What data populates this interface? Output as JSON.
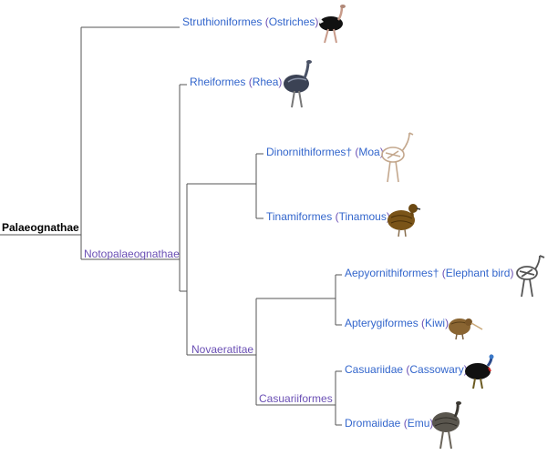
{
  "root": {
    "label": "Palaeognathae"
  },
  "clades": {
    "notopalaeognathae": "Notopalaeognathae",
    "novaeratitae": "Novaeratitae",
    "casuariiformes": "Casuariiformes"
  },
  "taxa": [
    {
      "id": "struthioniformes",
      "name": "Struthioniformes",
      "common": "Ostriches",
      "icon": "ostrich-icon"
    },
    {
      "id": "rheiformes",
      "name": "Rheiformes",
      "common": "Rhea",
      "icon": "rhea-icon"
    },
    {
      "id": "dinornithiformes",
      "name": "Dinornithiformes†",
      "common": "Moa",
      "icon": "moa-skeleton-icon"
    },
    {
      "id": "tinamiformes",
      "name": "Tinamiformes",
      "common": "Tinamous",
      "icon": "tinamou-icon"
    },
    {
      "id": "aepyornithiformes",
      "name": "Aepyornithiformes†",
      "common": "Elephant bird",
      "icon": "elephant-bird-skeleton-icon"
    },
    {
      "id": "apterygiformes",
      "name": "Apterygiformes",
      "common": "Kiwi",
      "icon": "kiwi-icon"
    },
    {
      "id": "casuariidae",
      "name": "Casuariidae",
      "common": "Cassowary",
      "icon": "cassowary-icon"
    },
    {
      "id": "dromaiidae",
      "name": "Dromaiidae",
      "common": "Emu",
      "icon": "emu-icon"
    }
  ],
  "colors": {
    "taxon_text": "#3366cc",
    "clade_text": "#6a4fb4",
    "branch_line": "#555555"
  }
}
